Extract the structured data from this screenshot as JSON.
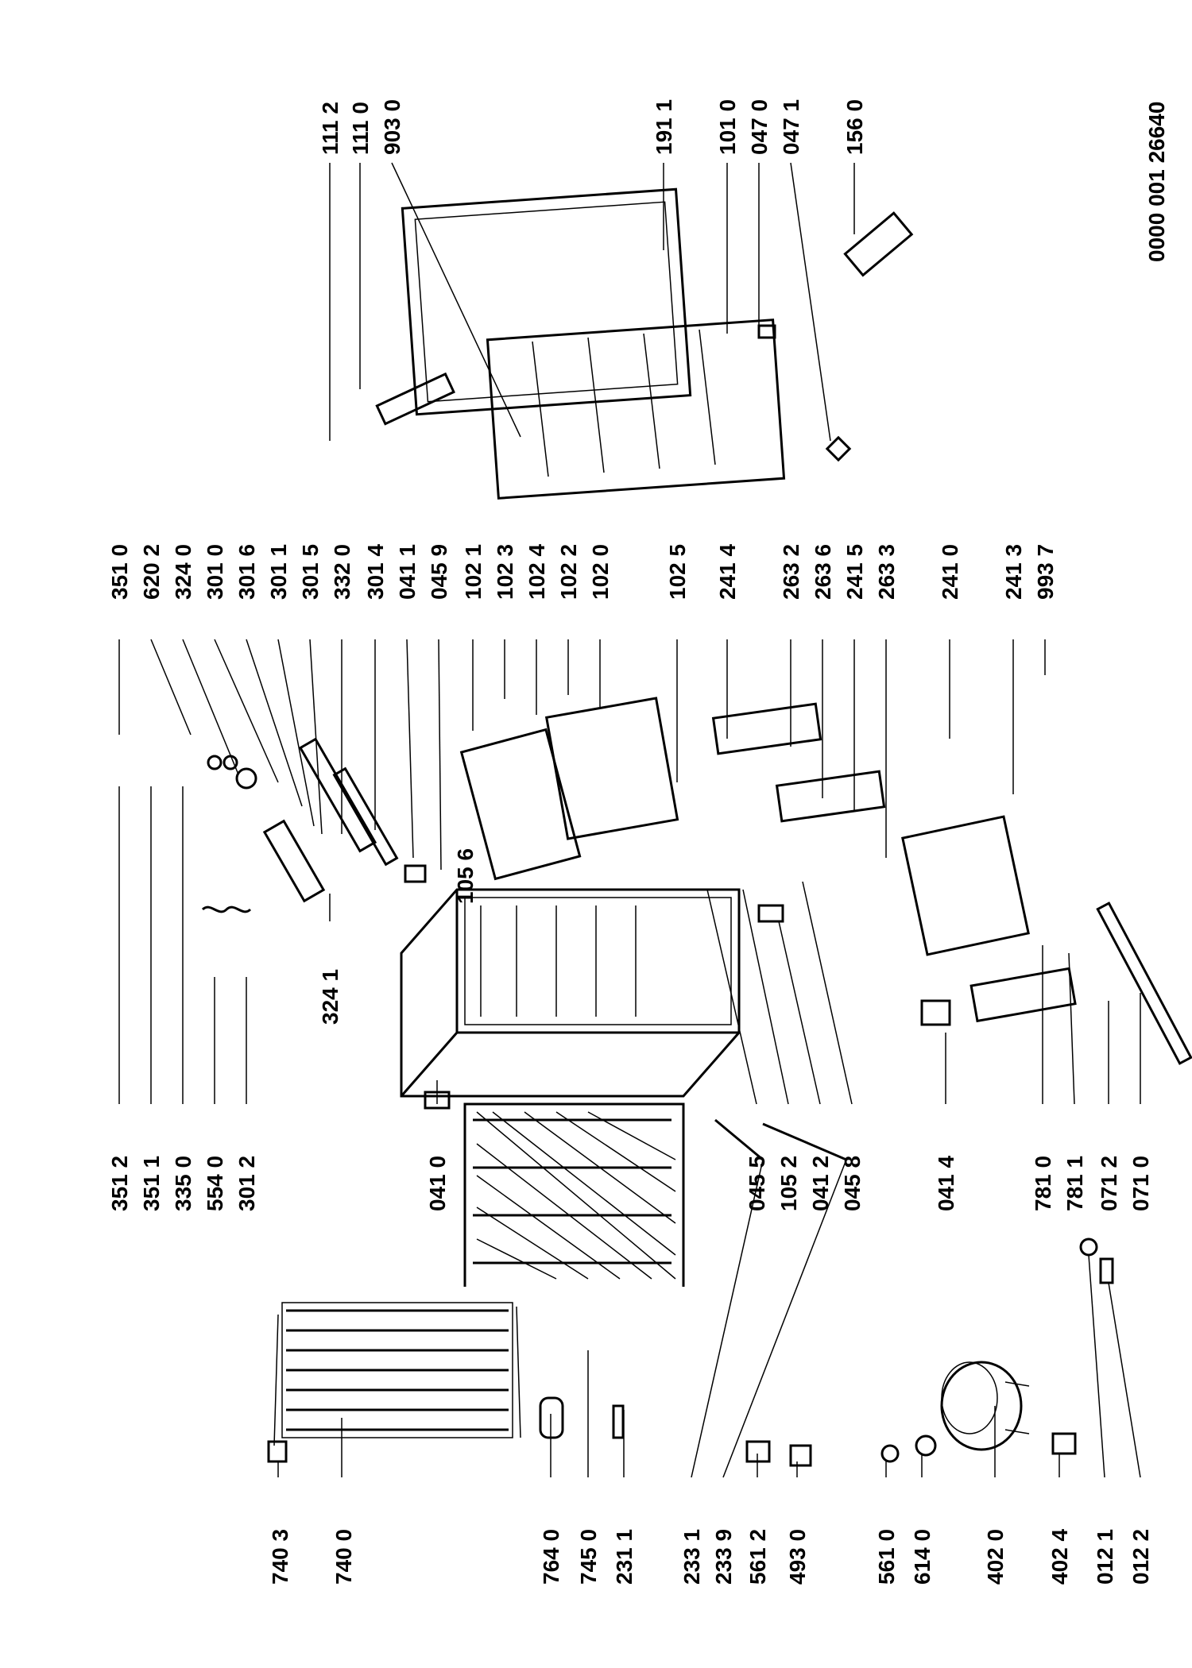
{
  "drawing_number": "0000 001 26640",
  "callouts": {
    "c7403": "740 3",
    "c7400": "740 0",
    "c7640": "764 0",
    "c7450": "745 0",
    "c2311": "231 1",
    "c2331": "233 1",
    "c2339": "233 9",
    "c5612": "561 2",
    "c4930": "493 0",
    "c5610": "561 0",
    "c6140": "614 0",
    "c4020": "402 0",
    "c4024": "402 4",
    "c0121": "012 1",
    "c0122": "012 2",
    "c3512": "351 2",
    "c3511": "351 1",
    "c3350": "335 0",
    "c5540": "554 0",
    "c3012": "301 2",
    "c0410": "041 0",
    "c3241": "324 1",
    "c0455": "045 5",
    "c1052": "105 2",
    "c0412": "041 2",
    "c0458": "045 8",
    "c0414": "041 4",
    "c7810": "781 0",
    "c7811": "781 1",
    "c0712": "071 2",
    "c0710": "071 0",
    "c1056": "105 6",
    "c3510": "351 0",
    "c6202": "620 2",
    "c3240": "324 0",
    "c3010": "301 0",
    "c3016": "301 6",
    "c3011": "301 1",
    "c3015": "301 5",
    "c3320": "332 0",
    "c3014": "301 4",
    "c0411": "041 1",
    "c0459": "045 9",
    "c1021": "102 1",
    "c1023": "102 3",
    "c1024": "102 4",
    "c1022": "102 2",
    "c1020": "102 0",
    "c1025": "102 5",
    "c2414": "241 4",
    "c2632": "263 2",
    "c2636": "263 6",
    "c2415": "241 5",
    "c2633": "263 3",
    "c2410": "241 0",
    "c2413": "241 3",
    "c9937": "993 7",
    "c1112": "111 2",
    "c1110": "111 0",
    "c9030": "903 0",
    "c1911": "191 1",
    "c1010": "101 0",
    "c0470": "047 0",
    "c0471": "047 1",
    "c1560": "156 0"
  }
}
